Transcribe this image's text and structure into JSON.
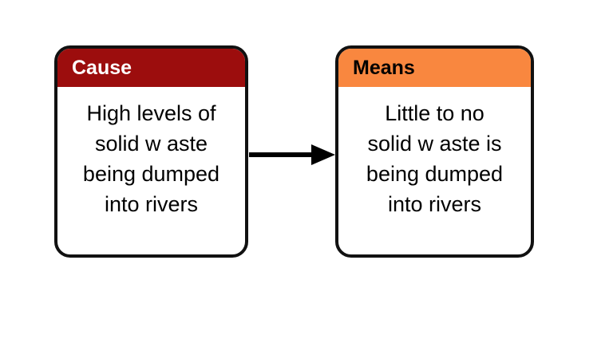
{
  "diagram": {
    "type": "flow-diagram",
    "background_color": "#ffffff",
    "nodes": [
      {
        "id": "cause",
        "header_label": "Cause",
        "header_bg_color": "#9c0d0d",
        "header_text_color": "#ffffff",
        "body_bg_color": "#ffffff",
        "body_text_color": "#000000",
        "border_color": "#111111",
        "body_lines": [
          "High levels of",
          "solid w aste",
          "being dumped",
          "into rivers"
        ],
        "body_text": "High levels of solid w aste being dumped into rivers"
      },
      {
        "id": "means",
        "header_label": "Means",
        "header_bg_color": "#f9873f",
        "header_text_color": "#000000",
        "body_bg_color": "#ffffff",
        "body_text_color": "#000000",
        "border_color": "#111111",
        "body_lines": [
          "Little to no",
          "solid w aste is",
          "being dumped",
          "into rivers"
        ],
        "body_text": "Little to no solid w aste is being dumped into rivers"
      }
    ],
    "connectors": [
      {
        "id": "cause-to-means",
        "from": "cause",
        "to": "means",
        "label": "",
        "direction": "right",
        "color": "#000000",
        "icon": "arrow-right-icon"
      }
    ]
  }
}
